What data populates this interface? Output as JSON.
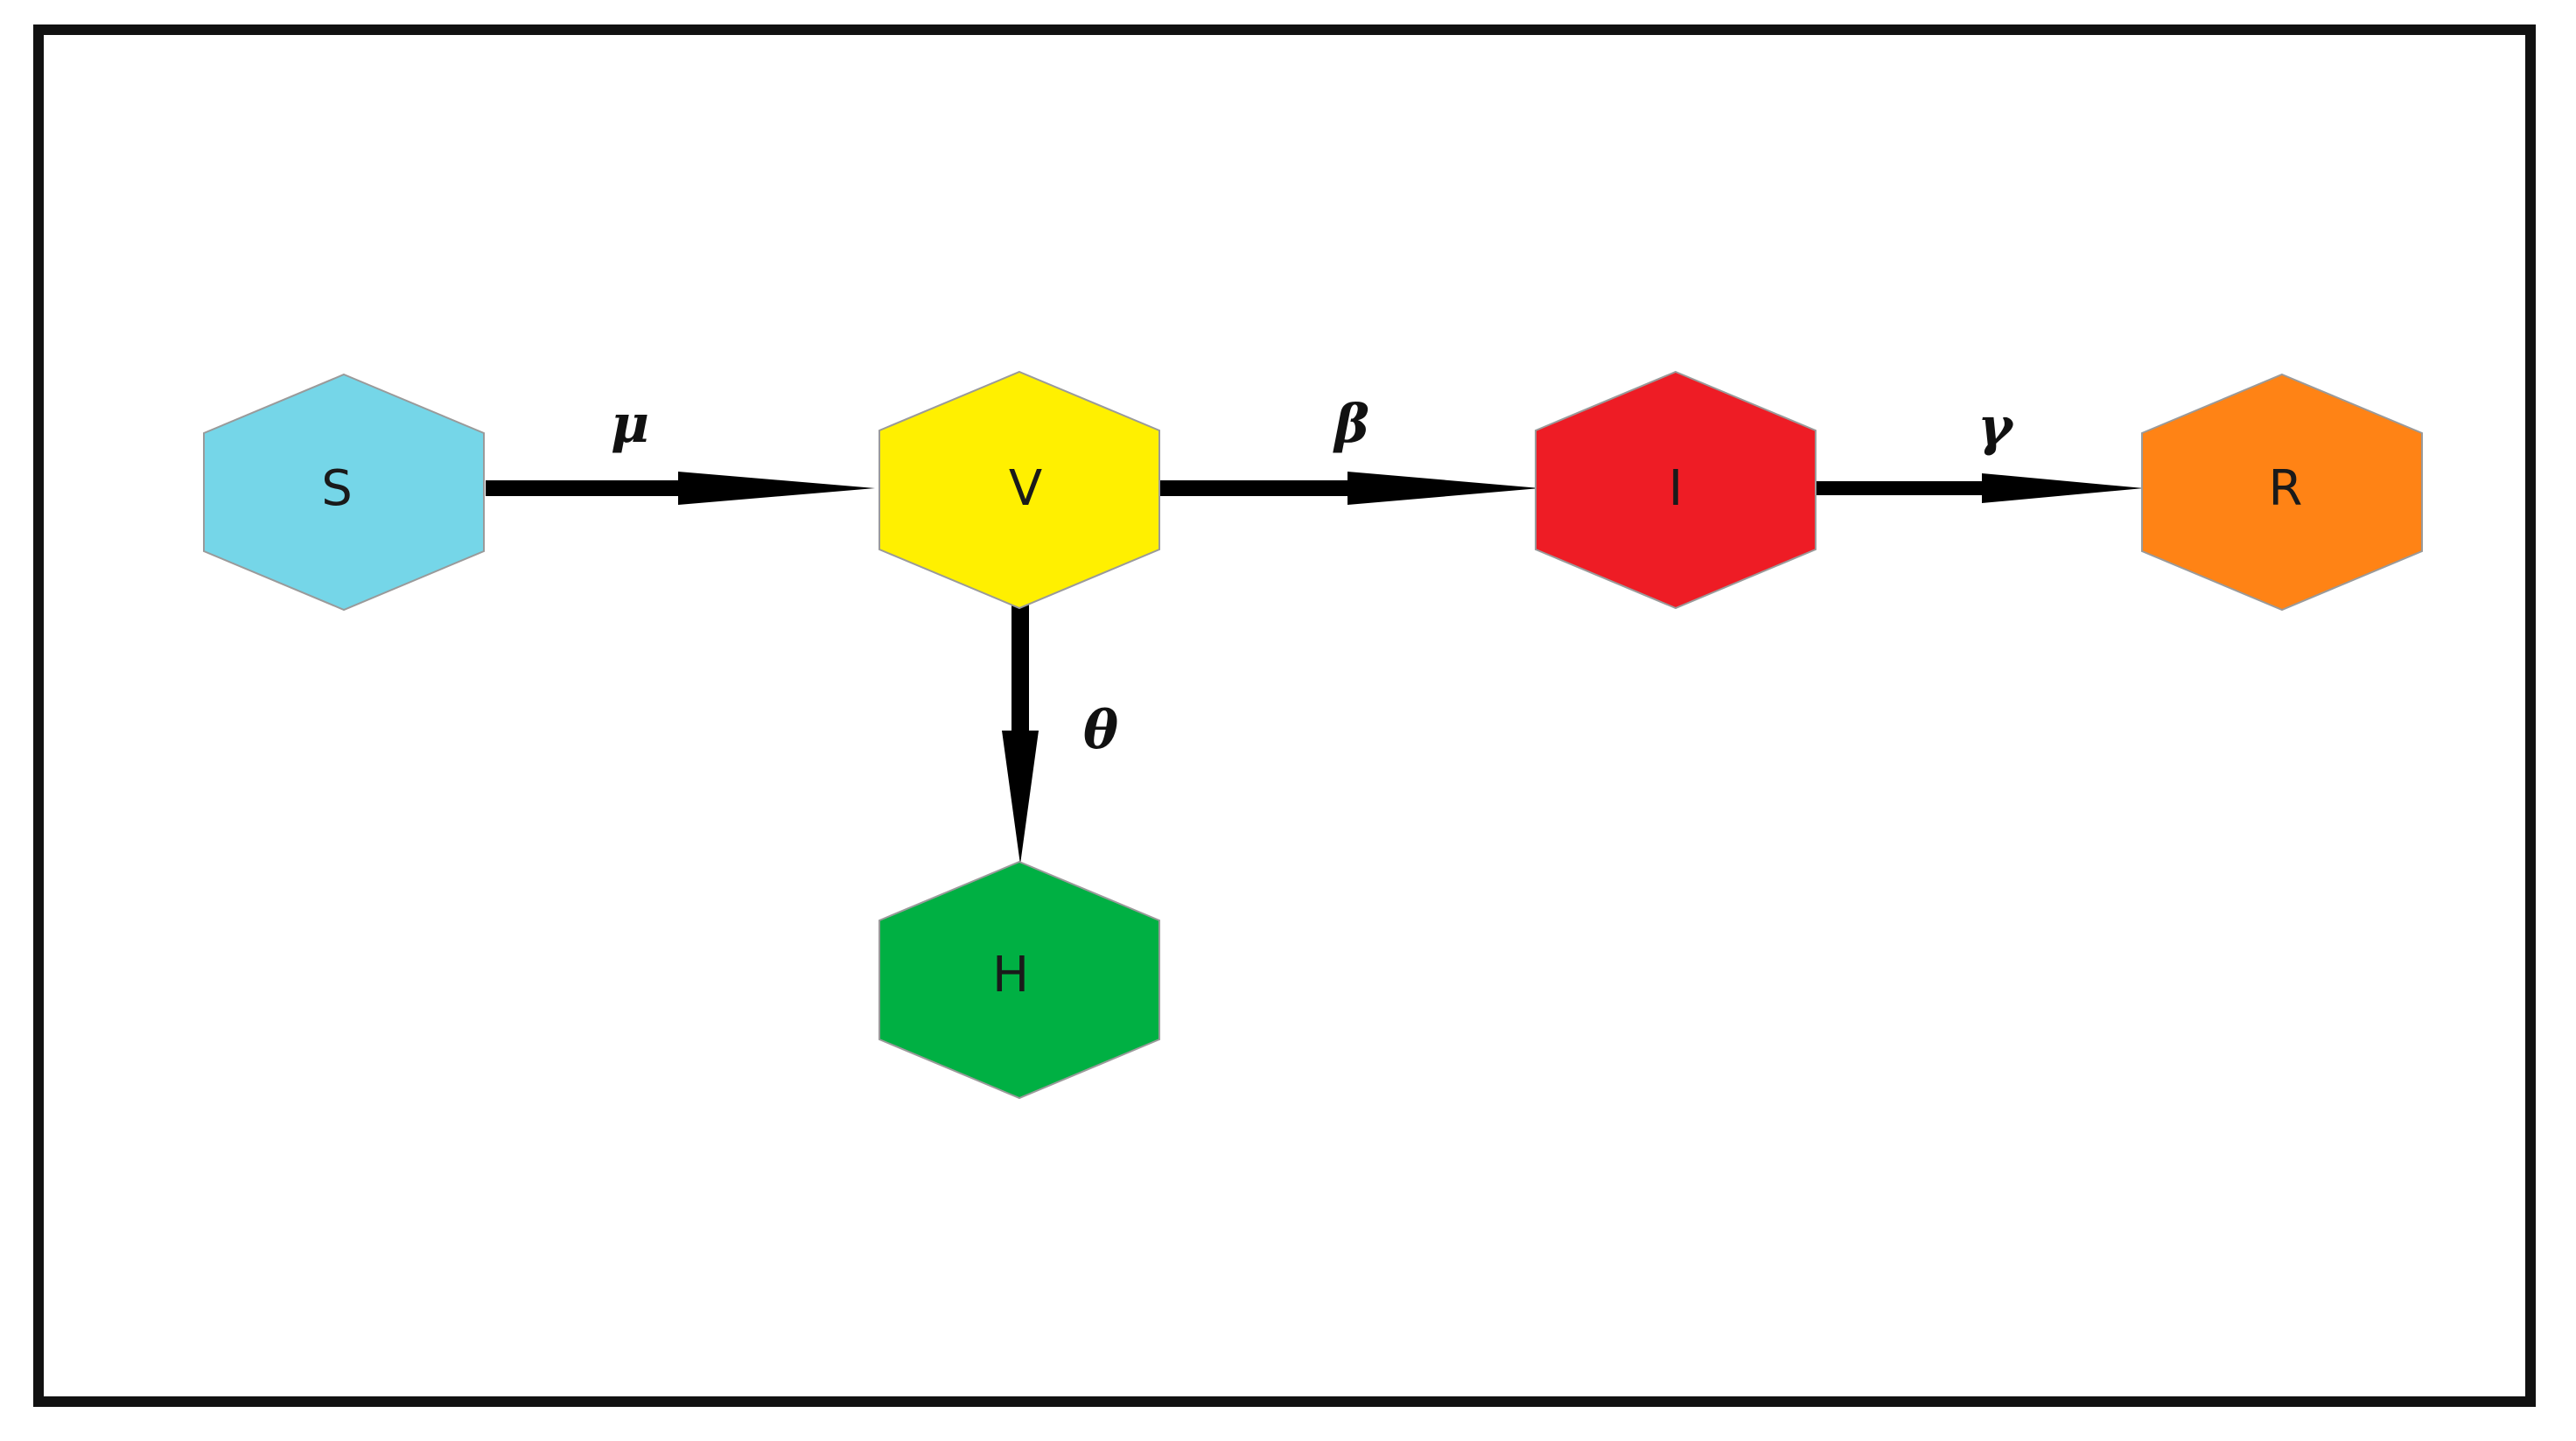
{
  "nodes": [
    {
      "id": "S",
      "label": "S",
      "color": "#75d6e8"
    },
    {
      "id": "V",
      "label": "V",
      "color": "#fff000"
    },
    {
      "id": "I",
      "label": "I",
      "color": "#ee1c25"
    },
    {
      "id": "R",
      "label": "R",
      "color": "#ff8315"
    },
    {
      "id": "H",
      "label": "H",
      "color": "#00b043"
    }
  ],
  "edges": [
    {
      "from": "S",
      "to": "V",
      "label": "μ"
    },
    {
      "from": "V",
      "to": "I",
      "label": "β"
    },
    {
      "from": "I",
      "to": "R",
      "label": "γ"
    },
    {
      "from": "V",
      "to": "H",
      "label": "θ"
    }
  ]
}
